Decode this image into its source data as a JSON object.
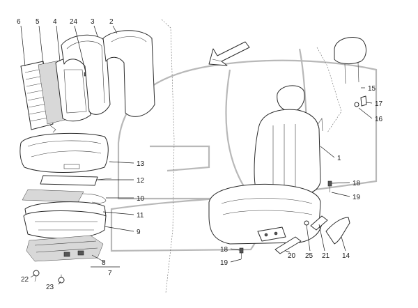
{
  "labels": {
    "l6": "6",
    "l5": "5",
    "l4": "4",
    "l24": "24",
    "l3": "3",
    "l2": "2",
    "l13": "13",
    "l12": "12",
    "l10": "10",
    "l11": "11",
    "l9": "9",
    "l8": "8",
    "l7": "7",
    "l22": "22",
    "l23": "23",
    "l15": "15",
    "l17": "17",
    "l16": "16",
    "l1": "1",
    "l18a": "18",
    "l19a": "19",
    "l18b": "18",
    "l19b": "19",
    "l20": "20",
    "l25": "25",
    "l21": "21",
    "l14": "14"
  },
  "colors": {
    "line": "#2a2a2a",
    "ghost": "#b8b8b8",
    "background": "#ffffff"
  }
}
